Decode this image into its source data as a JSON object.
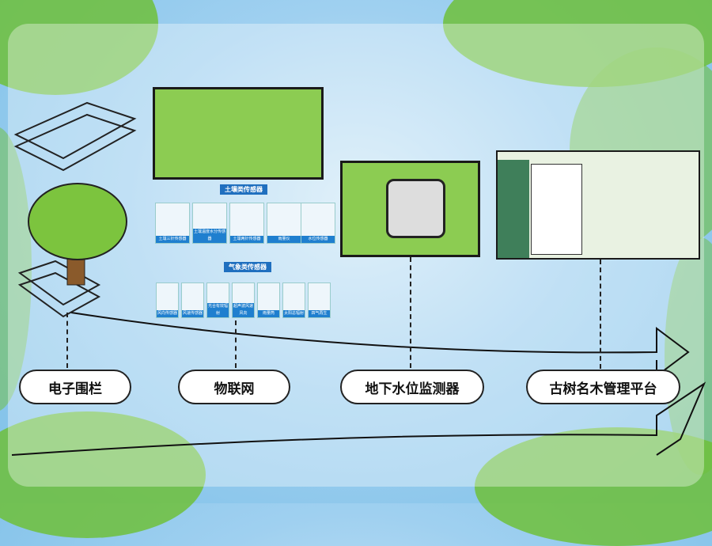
{
  "labels": {
    "fence": "电子围栏",
    "iot": "物联网",
    "groundwater": "地下水位监测器",
    "platform": "古树名木管理平台"
  },
  "iot_panel": {
    "soil_header": "土壤类传感器",
    "soil_sensors": [
      "土壤三针传感器",
      "土壤温度水分传感器",
      "土壤两针传感器",
      "雨量仪",
      "水位传感器"
    ],
    "weather_header": "气象类传感器",
    "weather_sensors": [
      "风向传感器",
      "风速传感器",
      "光合有效辐射",
      "超声波风速风向",
      "雨量筒",
      "太阳总辐射",
      "四气再生"
    ]
  },
  "colors": {
    "accent": "#1f7fcf",
    "leaf": "#6fbf3a",
    "sketch": "#8ccc52"
  }
}
